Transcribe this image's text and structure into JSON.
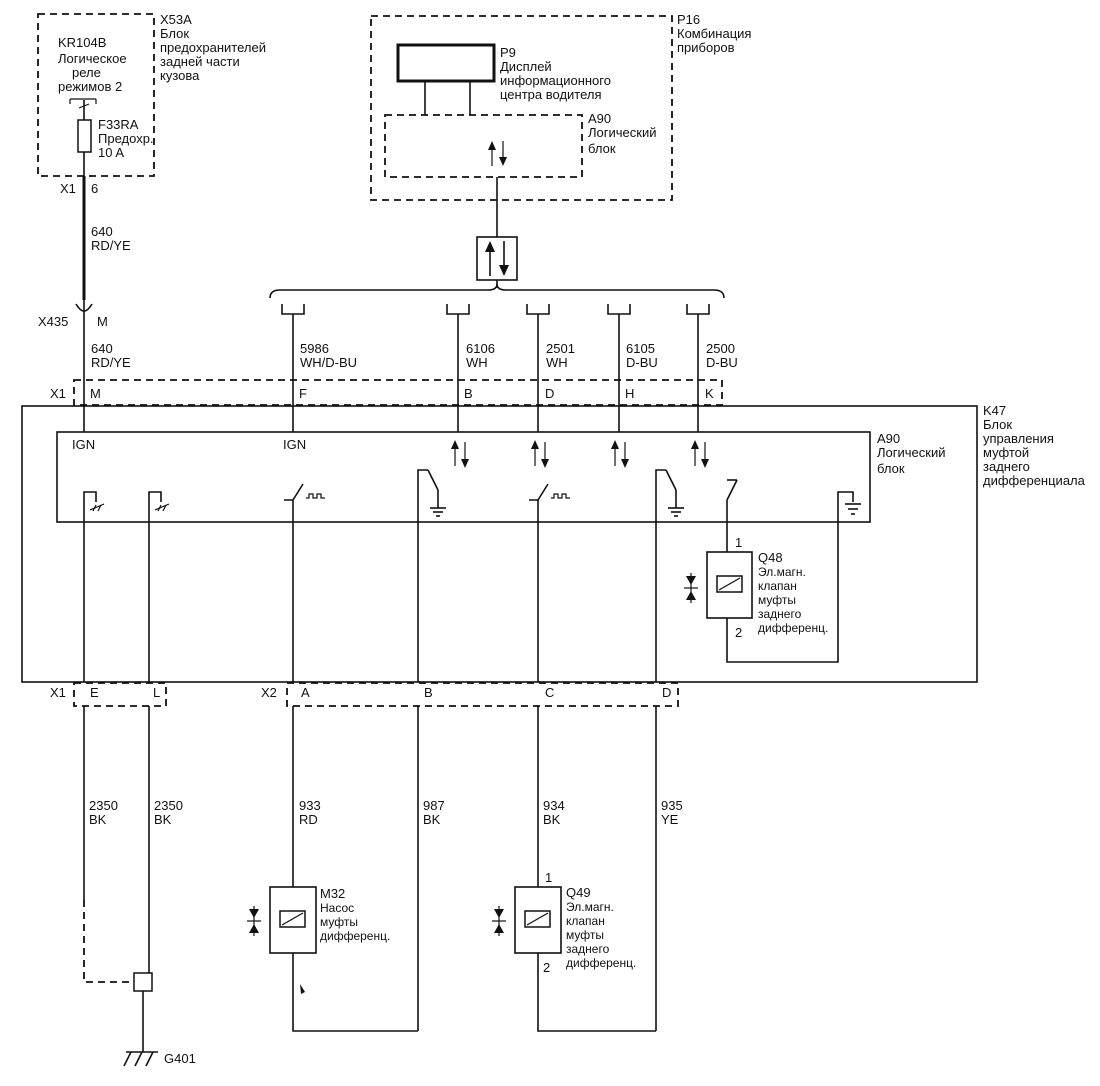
{
  "x53a": {
    "code": "X53A",
    "l1": "Блок",
    "l2": "предохранителей",
    "l3": "задней части",
    "l4": "кузова"
  },
  "kr104b": {
    "code": "KR104B",
    "l1": "Логическое",
    "l2": "реле",
    "l3": "режимов 2"
  },
  "f33ra": {
    "code": "F33RA",
    "l1": "Предохр.",
    "l2": "10 A"
  },
  "p16": {
    "code": "P16",
    "l1": "Комбинация",
    "l2": "приборов"
  },
  "p9": {
    "code": "P9",
    "l1": "Дисплей",
    "l2": "информационного",
    "l3": "центра водителя"
  },
  "a90_top": {
    "code": "A90",
    "l1": "Логический",
    "l2": "блок"
  },
  "x1_top": {
    "label": "X1",
    "pin": "6"
  },
  "wire_640_a": {
    "num": "640",
    "color": "RD/YE"
  },
  "x435": {
    "label": "X435",
    "pin": "M"
  },
  "wire_640_b": {
    "num": "640",
    "color": "RD/YE"
  },
  "bus_wires": [
    {
      "num": "5986",
      "color": "WH/D-BU"
    },
    {
      "num": "6106",
      "color": "WH"
    },
    {
      "num": "2501",
      "color": "WH"
    },
    {
      "num": "6105",
      "color": "D-BU"
    },
    {
      "num": "2500",
      "color": "D-BU"
    }
  ],
  "x1_conn": {
    "label": "X1",
    "pins": [
      "M",
      "F",
      "B",
      "D",
      "H",
      "K"
    ]
  },
  "k47": {
    "code": "K47",
    "l1": "Блок",
    "l2": "управления",
    "l3": "муфтой",
    "l4": "заднего",
    "l5": "дифференциала"
  },
  "a90_main": {
    "code": "A90",
    "l1": "Логический",
    "l2": "блок"
  },
  "ign1": "IGN",
  "ign2": "IGN",
  "q48": {
    "code": "Q48",
    "l1": "Эл.магн.",
    "l2": "клапан",
    "l3": "муфты",
    "l4": "заднего",
    "l5": "дифференц.",
    "pin1": "1",
    "pin2": "2"
  },
  "x1_bottom": {
    "label": "X1",
    "pins": [
      "E",
      "L"
    ]
  },
  "x2_bottom": {
    "label": "X2",
    "pins": [
      "A",
      "B",
      "C",
      "D"
    ]
  },
  "bottom_wires": [
    {
      "num": "2350",
      "color": "BK"
    },
    {
      "num": "2350",
      "color": "BK"
    },
    {
      "num": "933",
      "color": "RD"
    },
    {
      "num": "987",
      "color": "BK"
    },
    {
      "num": "934",
      "color": "BK"
    },
    {
      "num": "935",
      "color": "YE"
    }
  ],
  "m32": {
    "code": "M32",
    "l1": "Насос",
    "l2": "муфты",
    "l3": "дифференц."
  },
  "q49": {
    "code": "Q49",
    "l1": "Эл.магн.",
    "l2": "клапан",
    "l3": "муфты",
    "l4": "заднего",
    "l5": "дифференц.",
    "pin1": "1",
    "pin2": "2"
  },
  "g401": "G401"
}
